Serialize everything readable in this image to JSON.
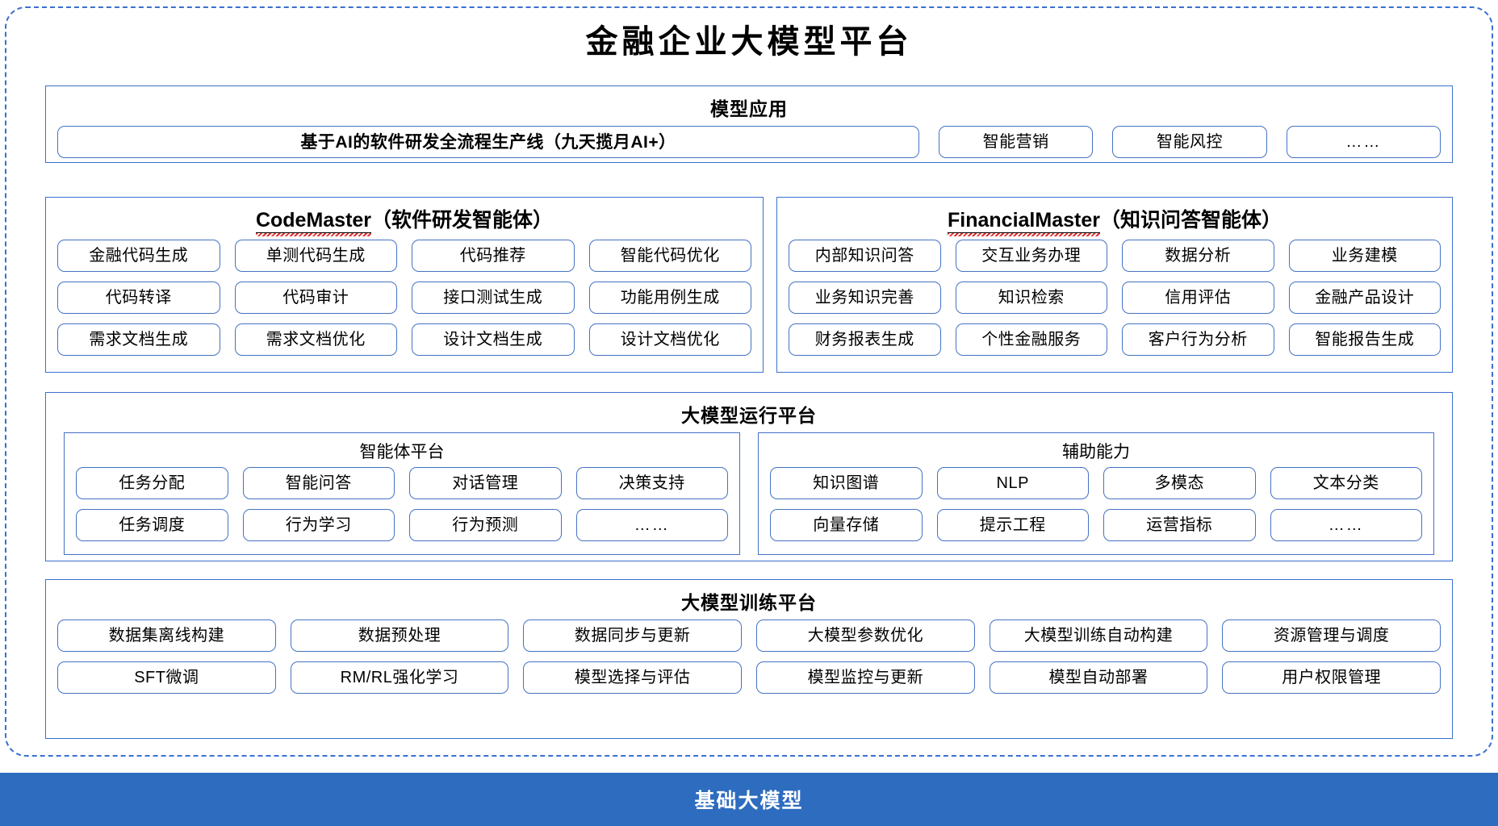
{
  "title": "金融企业大模型平台",
  "sections": {
    "model_app": {
      "title": "模型应用",
      "items": [
        "基于AI的软件研发全流程生产线（九天揽月AI+）",
        "智能营销",
        "智能风控",
        "……"
      ]
    },
    "code_master": {
      "name_en": "CodeMaster",
      "name_cn": "（软件研发智能体）",
      "rows": [
        [
          "金融代码生成",
          "单测代码生成",
          "代码推荐",
          "智能代码优化"
        ],
        [
          "代码转译",
          "代码审计",
          "接口测试生成",
          "功能用例生成"
        ],
        [
          "需求文档生成",
          "需求文档优化",
          "设计文档生成",
          "设计文档优化"
        ]
      ]
    },
    "financial_master": {
      "name_en": "FinancialMaster",
      "name_cn": "（知识问答智能体）",
      "rows": [
        [
          "内部知识问答",
          "交互业务办理",
          "数据分析",
          "业务建模"
        ],
        [
          "业务知识完善",
          "知识检索",
          "信用评估",
          "金融产品设计"
        ],
        [
          "财务报表生成",
          "个性金融服务",
          "客户行为分析",
          "智能报告生成"
        ]
      ]
    },
    "run_platform": {
      "title": "大模型运行平台",
      "agent_platform": {
        "title": "智能体平台",
        "rows": [
          [
            "任务分配",
            "智能问答",
            "对话管理",
            "决策支持"
          ],
          [
            "任务调度",
            "行为学习",
            "行为预测",
            "……"
          ]
        ]
      },
      "support_capability": {
        "title": "辅助能力",
        "rows": [
          [
            "知识图谱",
            "NLP",
            "多模态",
            "文本分类"
          ],
          [
            "向量存储",
            "提示工程",
            "运营指标",
            "……"
          ]
        ]
      }
    },
    "train_platform": {
      "title": "大模型训练平台",
      "rows": [
        [
          "数据集离线构建",
          "数据预处理",
          "数据同步与更新",
          "大模型参数优化",
          "大模型训练自动构建",
          "资源管理与调度"
        ],
        [
          "SFT微调",
          "RM/RL强化学习",
          "模型选择与评估",
          "模型监控与更新",
          "模型自动部署",
          "用户权限管理"
        ]
      ]
    }
  },
  "footer": {
    "label": "基础大模型"
  },
  "colors": {
    "frame_blue": "#3a6fd0",
    "pill_blue": "#4472c4",
    "footer_blue": "#2d6cbf",
    "spell_red": "#e02020"
  }
}
